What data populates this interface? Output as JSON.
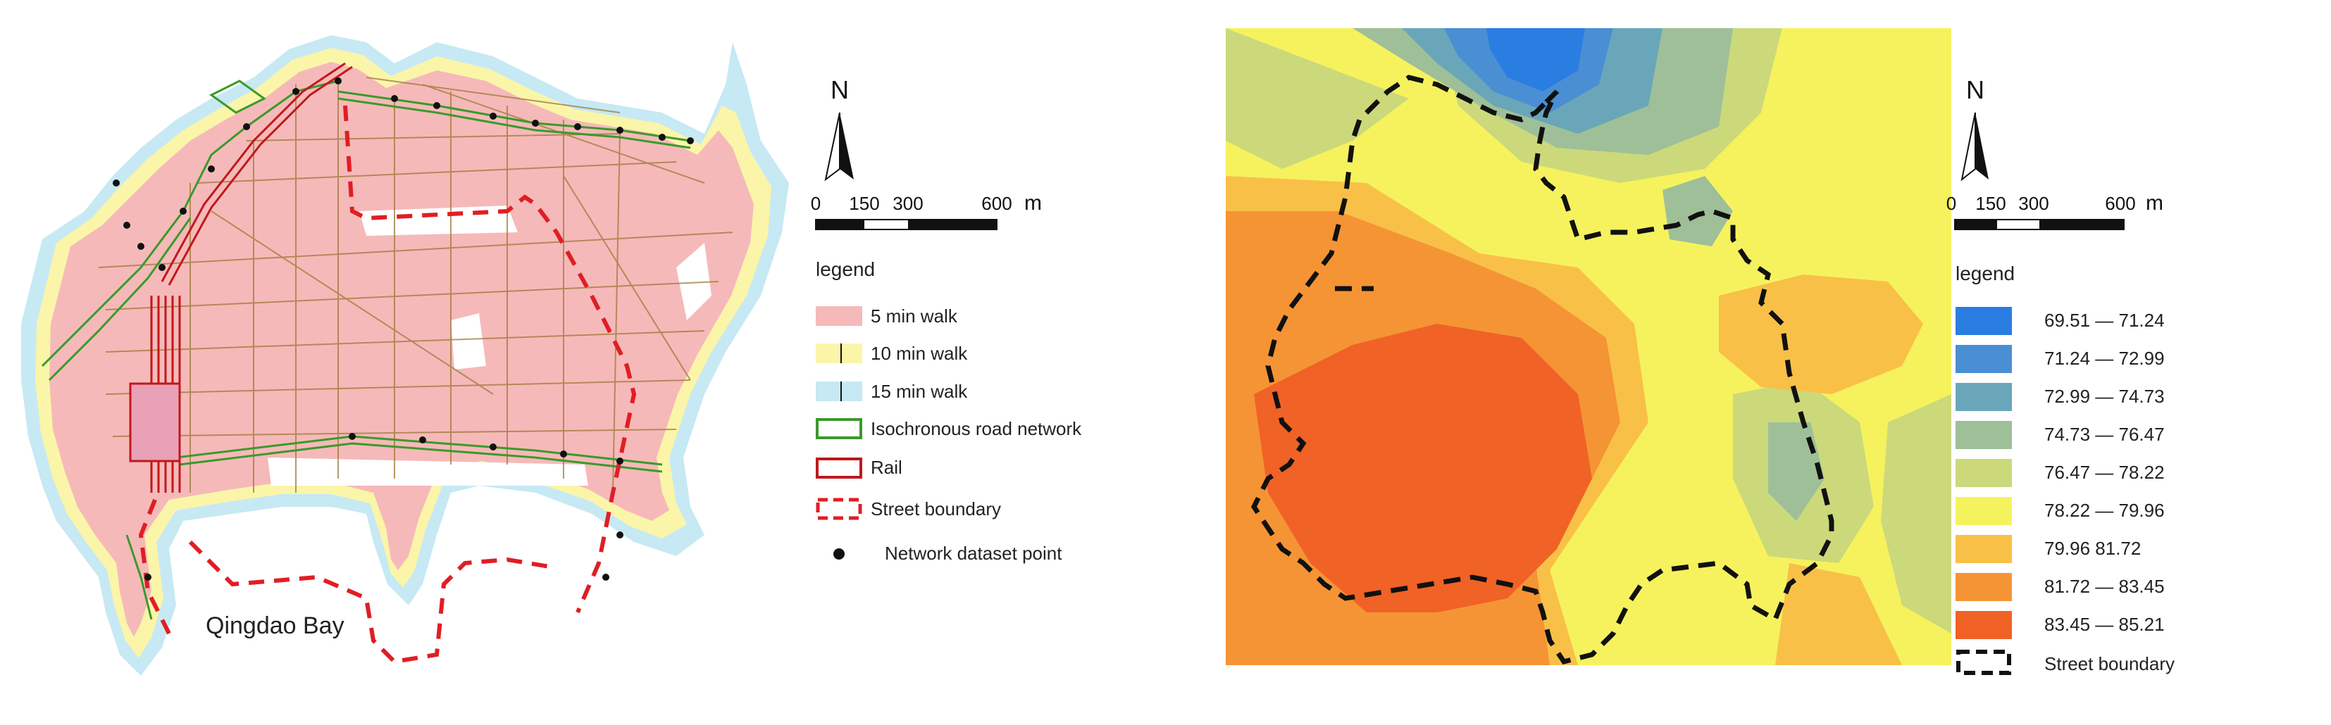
{
  "left_map": {
    "bay_label": "Qingdao Bay",
    "north_label": "N",
    "scale_ticks": [
      "0",
      "150",
      "300",
      "600"
    ],
    "scale_unit": "m",
    "legend_title": "legend",
    "legend_items": [
      {
        "label": "5 min walk",
        "fill": "#f6b9b9"
      },
      {
        "label": "10 min walk",
        "fill": "#fbf5a9"
      },
      {
        "label": "15 min walk",
        "fill": "#c6e9f4"
      },
      {
        "label": "Isochronous road network",
        "stroke": "#3a9a2b"
      },
      {
        "label": "Rail",
        "stroke": "#c0181c"
      },
      {
        "label": "Street boundary",
        "stroke": "#e01e24"
      },
      {
        "label": "Network dataset point",
        "fill": "#111111"
      }
    ]
  },
  "right_map": {
    "north_label": "N",
    "scale_ticks": [
      "0",
      "150",
      "300",
      "600"
    ],
    "scale_unit": "m",
    "legend_title": "legend",
    "legend_items": [
      {
        "label": "69.51 — 71.24",
        "color": "#2a7de1"
      },
      {
        "label": "71.24 — 72.99",
        "color": "#4a8fd3"
      },
      {
        "label": "72.99 — 74.73",
        "color": "#6aa6b9"
      },
      {
        "label": "74.73 — 76.47",
        "color": "#9ebf98"
      },
      {
        "label": "76.47 — 78.22",
        "color": "#cbd97a"
      },
      {
        "label": "78.22 — 79.96",
        "color": "#f6f25e"
      },
      {
        "label": "79.96 81.72",
        "color": "#f9c048"
      },
      {
        "label": "81.72 — 83.45",
        "color": "#f59434"
      },
      {
        "label": "83.45 — 85.21",
        "color": "#f06226"
      }
    ],
    "boundary_label": "Street boundary"
  }
}
